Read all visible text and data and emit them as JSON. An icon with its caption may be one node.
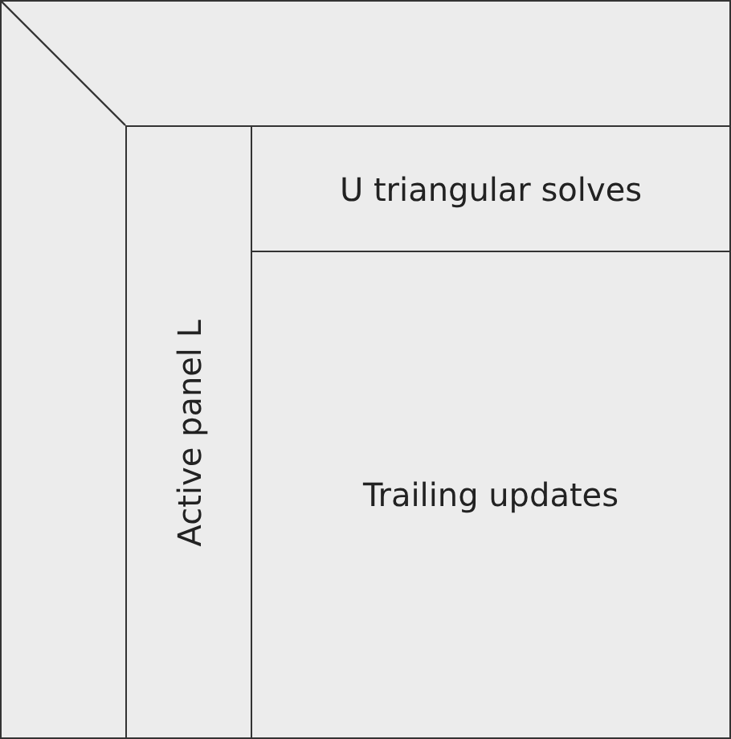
{
  "diagram": {
    "nodes": [
      {
        "text": [
          "Active panel L"
        ]
      },
      {
        "text": [
          "U triangular solves"
        ]
      },
      {
        "text": [
          "Trailing updates"
        ]
      }
    ]
  }
}
